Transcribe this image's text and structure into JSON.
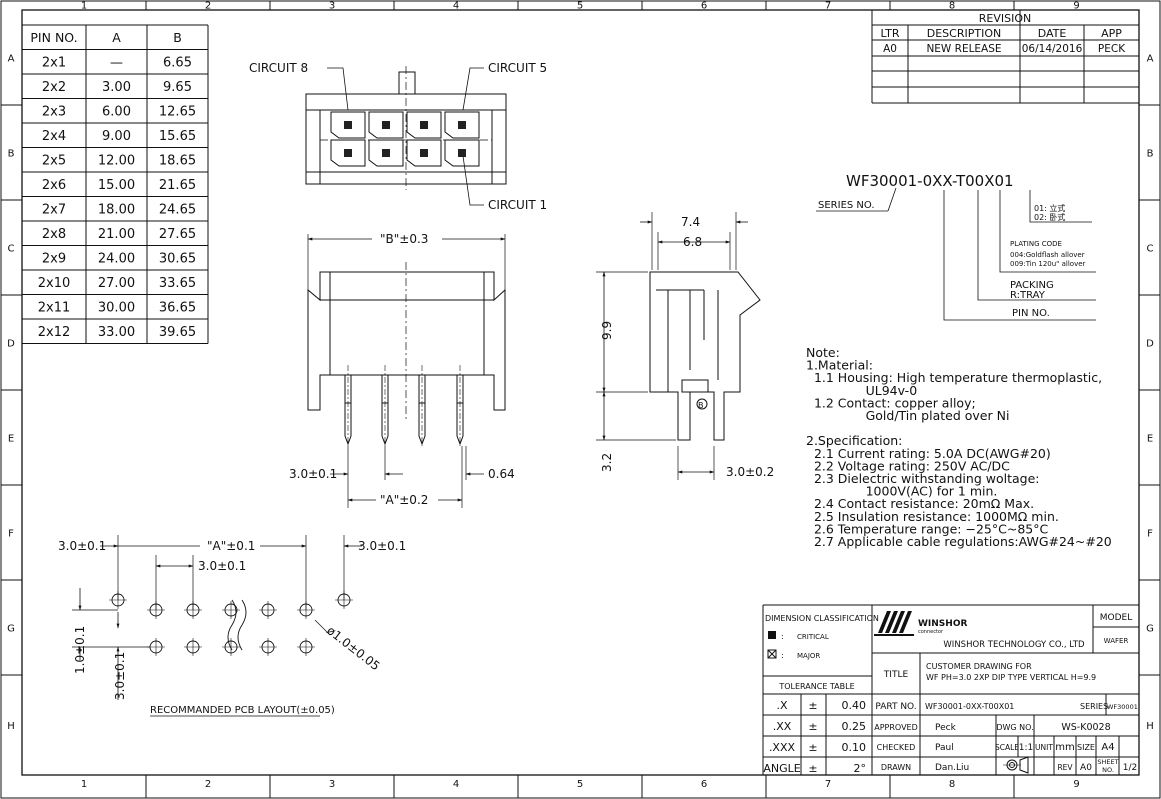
{
  "border": {
    "cols": [
      "1",
      "2",
      "3",
      "4",
      "5",
      "6",
      "7",
      "8",
      "9"
    ],
    "rows": [
      "A",
      "B",
      "C",
      "D",
      "E",
      "F",
      "G",
      "H"
    ]
  },
  "pin_table": {
    "headers": [
      "PIN NO.",
      "A",
      "B"
    ],
    "rows": [
      [
        "2x1",
        "—",
        "6.65"
      ],
      [
        "2x2",
        "3.00",
        "9.65"
      ],
      [
        "2x3",
        "6.00",
        "12.65"
      ],
      [
        "2x4",
        "9.00",
        "15.65"
      ],
      [
        "2x5",
        "12.00",
        "18.65"
      ],
      [
        "2x6",
        "15.00",
        "21.65"
      ],
      [
        "2x7",
        "18.00",
        "24.65"
      ],
      [
        "2x8",
        "21.00",
        "27.65"
      ],
      [
        "2x9",
        "24.00",
        "30.65"
      ],
      [
        "2x10",
        "27.00",
        "33.65"
      ],
      [
        "2x11",
        "30.00",
        "36.65"
      ],
      [
        "2x12",
        "33.00",
        "39.65"
      ]
    ]
  },
  "revision": {
    "title": "REVISION",
    "headers": [
      "LTR",
      "DESCRIPTION",
      "DATE",
      "APP"
    ],
    "rows": [
      [
        "A0",
        "NEW RELEASE",
        "06/14/2016",
        "PECK"
      ]
    ]
  },
  "drawing": {
    "circuit_8": "CIRCUIT 8",
    "circuit_5": "CIRCUIT 5",
    "circuit_1": "CIRCUIT 1",
    "dim_b": "\"B\"±0.3",
    "dim_a": "\"A\"±0.2",
    "dim_pitch": "3.0±0.1",
    "dim_pin": "0.64",
    "dim_74": "7.4",
    "dim_68": "6.8",
    "dim_99": "9.9",
    "dim_32": "3.2",
    "dim_side_pitch": "3.0±0.2",
    "pcb_pitch_l": "3.0±0.1",
    "pcb_a": "\"A\"±0.1",
    "pcb_pitch_r": "3.0±0.1",
    "pcb_pitch_mid": "3.0±0.1",
    "pcb_hole": "ø1.0±0.05",
    "pcb_v1": "1.0±0.1",
    "pcb_v2": "3.0±0.1",
    "pcb_caption": "RECOMMANDED PCB LAYOUT(±0.05)"
  },
  "part_code": {
    "code": "WF30001-0XX-T00X01",
    "series": "SERIES NO.",
    "opt1": "01: 立式",
    "opt2": "02: 卧式",
    "plating_title": "PLATING CODE",
    "plating_1": "004:Goldflash allover",
    "plating_2": "009:Tin 120u\" allover",
    "packing": "PACKING",
    "packing_val": "R:TRAY",
    "pin_no": "PIN NO."
  },
  "notes": [
    "Note:",
    "1.Material:",
    "  1.1 Housing: High temperature thermoplastic,",
    "               UL94v-0",
    "  1.2 Contact: copper alloy;",
    "               Gold/Tin plated over Ni",
    "",
    "2.Specification:",
    "  2.1 Current rating: 5.0A DC(AWG#20)",
    "  2.2 Voltage rating: 250V AC/DC",
    "  2.3 Dielectric withstanding woltage:",
    "               1000V(AC) for 1 min.",
    "  2.4 Contact resistance: 20mΩ Max.",
    "  2.5 Insulation resistance: 1000MΩ min.",
    "  2.6 Temperature range: −25°C~85°C",
    "  2.7 Applicable cable regulations:AWG#24~#20"
  ],
  "title_block": {
    "dim_class": "DIMENSION CLASSIFICATION",
    "critical": "CRITICAL",
    "major": "MAJOR",
    "tolerance_table": "TOLERANCE TABLE",
    "tolerances": [
      [
        ".X",
        "±",
        "0.40"
      ],
      [
        ".XX",
        "±",
        "0.25"
      ],
      [
        ".XXX",
        "±",
        "0.10"
      ],
      [
        "ANGLE",
        "±",
        "2°"
      ]
    ],
    "brand": "WINSHOR",
    "brand_sub": "connector",
    "company": "WINSHOR TECHNOLOGY CO., LTD",
    "model_label": "MODEL",
    "model_value": "WAFER",
    "title_label": "TITLE",
    "title_line1": "CUSTOMER DRAWING FOR",
    "title_line2": "WF PH=3.0 2XP DIP TYPE VERTICAL H=9.9",
    "part_no_label": "PART NO.",
    "part_no_value": "WF30001-0XX-T00X01",
    "series_label": "SERIES",
    "series_value": "WF30001",
    "approved_label": "APPROVED",
    "approved_value": "Peck",
    "dwg_no_label": "DWG NO.",
    "dwg_no_value": "WS-K0028",
    "checked_label": "CHECKED",
    "checked_value": "Paul",
    "scale_label": "SCALE",
    "scale_value": "1:1",
    "unit_label": "UNIT",
    "unit_value": "mm",
    "size_label": "SIZE",
    "size_value": "A4",
    "drawn_label": "DRAWN",
    "drawn_value": "Dan.Liu",
    "rev_label": "REV",
    "rev_value": "A0",
    "sheet_label": "SHEET NO.",
    "sheet_value": "1/2"
  }
}
